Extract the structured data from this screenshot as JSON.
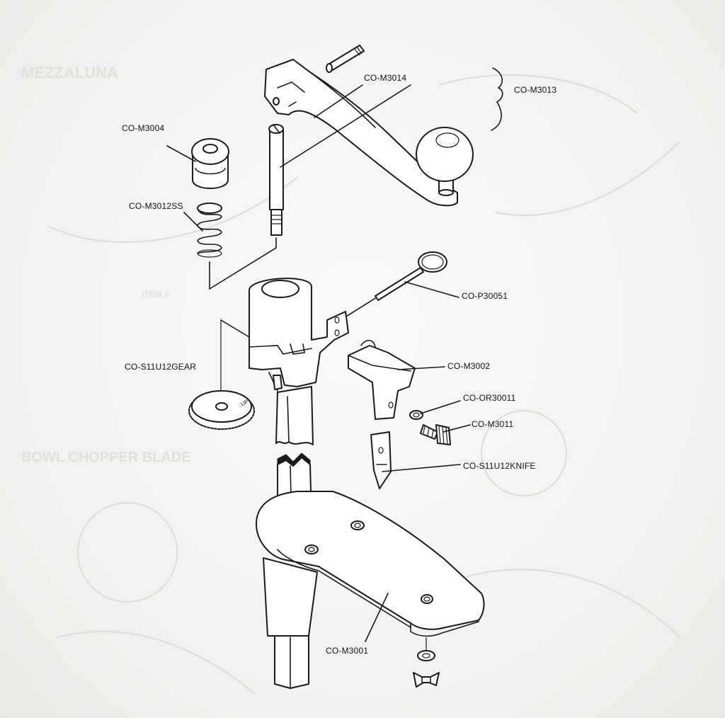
{
  "diagram": {
    "labels": {
      "m3014": "CO-M3014",
      "m3013": "CO-M3013",
      "m3004": "CO-M3004",
      "m3012ss": "CO-M3012SS",
      "p30051": "CO-P30051",
      "gear": "CO-S11U12GEAR",
      "m3002": "CO-M3002",
      "or30011": "CO-OR30011",
      "m3011": "CO-M3011",
      "knife": "CO-S11U12KNIFE",
      "m3001": "CO-M3001"
    },
    "gear_marking": "UP"
  },
  "background_ghost": {
    "heading_1": "MEZZALUNA",
    "heading_2": "BOWL CHOPPER BLADE",
    "table_header": "ITEM #"
  }
}
